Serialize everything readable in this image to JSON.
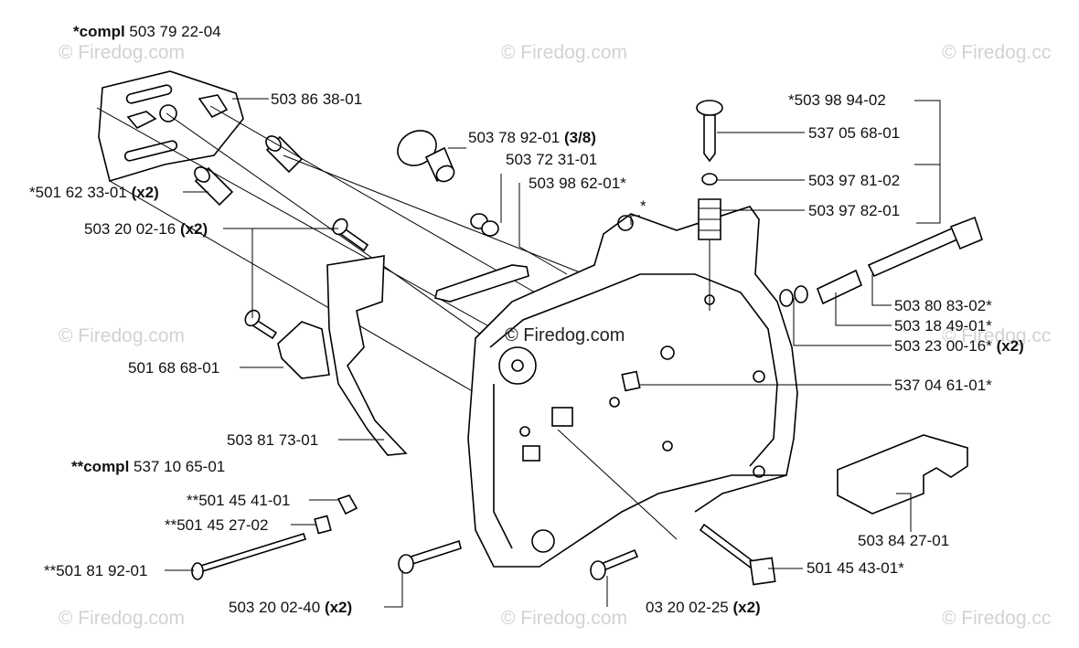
{
  "watermarks": [
    "© Firedog.com",
    "© Firedog.com",
    "© Firedog.cc",
    "© Firedog.com",
    "© Firedog.cc",
    "© Firedog.com",
    "© Firedog.com",
    "© Firedog.cc"
  ],
  "center_watermark": "© Firedog.com",
  "assemblies": [
    {
      "prefix": "*compl",
      "number": "503 79 22-04"
    },
    {
      "prefix": "**compl",
      "number": "537 10 65-01"
    }
  ],
  "labels": [
    {
      "number": "503 86 38-01",
      "qty": ""
    },
    {
      "number": "*501 62 33-01",
      "qty": "(x2)"
    },
    {
      "number": "503 20 02-16",
      "qty": "(x2)"
    },
    {
      "number": "501 68 68-01",
      "qty": ""
    },
    {
      "number": "503 81 73-01",
      "qty": ""
    },
    {
      "number": "**501 45 41-01",
      "qty": ""
    },
    {
      "number": "**501 45 27-02",
      "qty": ""
    },
    {
      "number": "**501 81 92-01",
      "qty": ""
    },
    {
      "number": "503 20 02-40",
      "qty": "(x2)"
    },
    {
      "number": "03 20 02-25",
      "qty": "(x2)"
    },
    {
      "number": "501 45 43-01*",
      "qty": ""
    },
    {
      "number": "503 84 27-01",
      "qty": ""
    },
    {
      "number": "537 04 61-01*",
      "qty": ""
    },
    {
      "number": "503 23 00-16*",
      "qty": "(x2)"
    },
    {
      "number": "503 18 49-01*",
      "qty": ""
    },
    {
      "number": "503 80 83-02*",
      "qty": ""
    },
    {
      "number": "503 97 82-01",
      "qty": ""
    },
    {
      "number": "503 97 81-02",
      "qty": ""
    },
    {
      "number": "537 05 68-01",
      "qty": ""
    },
    {
      "number": "*503 98 94-02",
      "qty": ""
    },
    {
      "number": "503 78 92-01",
      "qty": "(3/8)"
    },
    {
      "number": "503 72 31-01",
      "qty": ""
    },
    {
      "number": "503 98 62-01*",
      "qty": ""
    },
    {
      "number": "*",
      "qty": ""
    }
  ]
}
